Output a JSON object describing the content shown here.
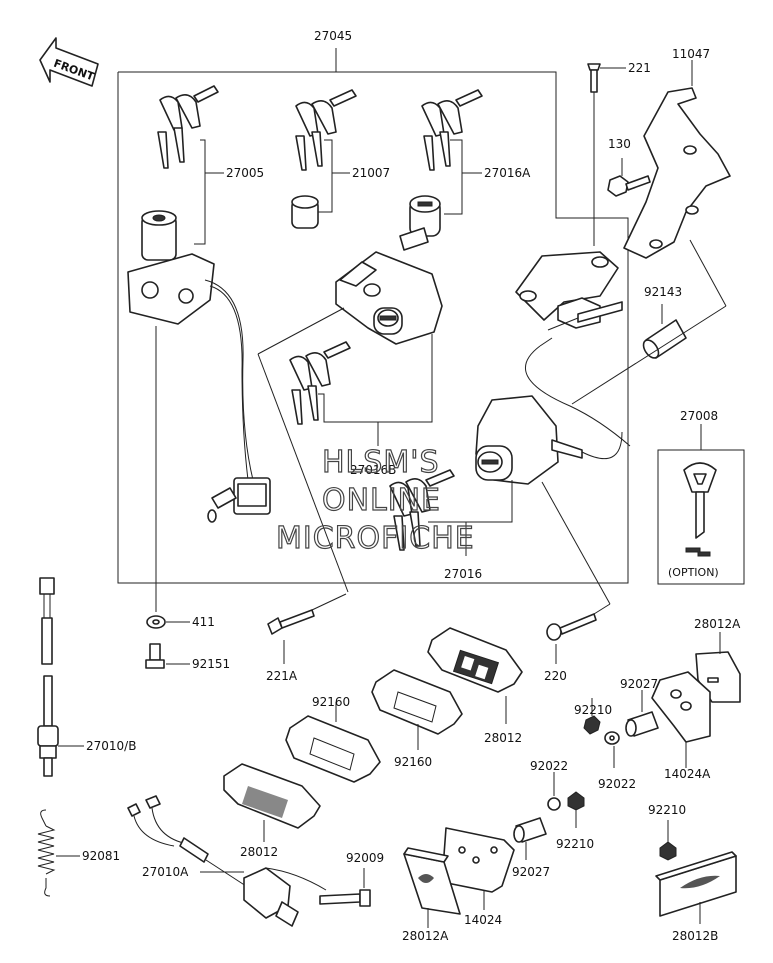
{
  "front_label": "FRONT",
  "labels": {
    "p27045": "27045",
    "p27005": "27005",
    "p21007": "21007",
    "p27016A": "27016A",
    "p27016B": "27016B",
    "p27016": "27016",
    "p221": "221",
    "p11047": "11047",
    "p130": "130",
    "p92143": "92143",
    "p27008": "27008",
    "option": "(OPTION)",
    "p411": "411",
    "p92151": "92151",
    "p221A": "221A",
    "p220": "220",
    "p27010B": "27010/B",
    "p92081": "92081",
    "p27010A": "27010A",
    "p92009": "92009",
    "p92160a": "92160",
    "p92160b": "92160",
    "p28012a": "28012",
    "p28012b": "28012",
    "p28012A1": "28012A",
    "p28012A2": "28012A",
    "p28012B": "28012B",
    "p14024": "14024",
    "p14024A": "14024A",
    "p92027a": "92027",
    "p92027b": "92027",
    "p92210a": "92210",
    "p92210b": "92210",
    "p92210c": "92210",
    "p92022a": "92022",
    "p92022b": "92022"
  },
  "watermark": {
    "line1": "HLSM'S",
    "line2": "ONLINE",
    "line3": "MICROFICHE"
  }
}
